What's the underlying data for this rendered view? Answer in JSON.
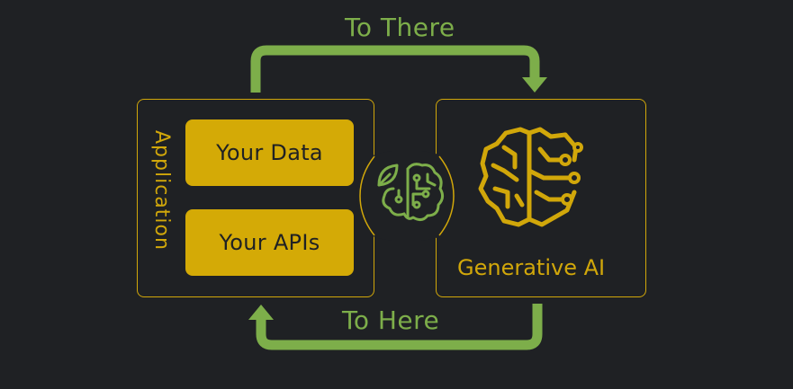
{
  "top_arrow": {
    "label": "To There"
  },
  "bottom_arrow": {
    "label": "To Here"
  },
  "application": {
    "label": "Application",
    "items": [
      {
        "label": "Your Data"
      },
      {
        "label": "Your APIs"
      }
    ]
  },
  "generative_ai": {
    "label": "Generative AI"
  },
  "icons": {
    "connector": "brain-leaf-icon",
    "ai": "circuit-brain-icon"
  },
  "colors": {
    "background": "#1f2124",
    "accent_gold": "#d1a70a",
    "accent_green": "#7dae4a"
  }
}
